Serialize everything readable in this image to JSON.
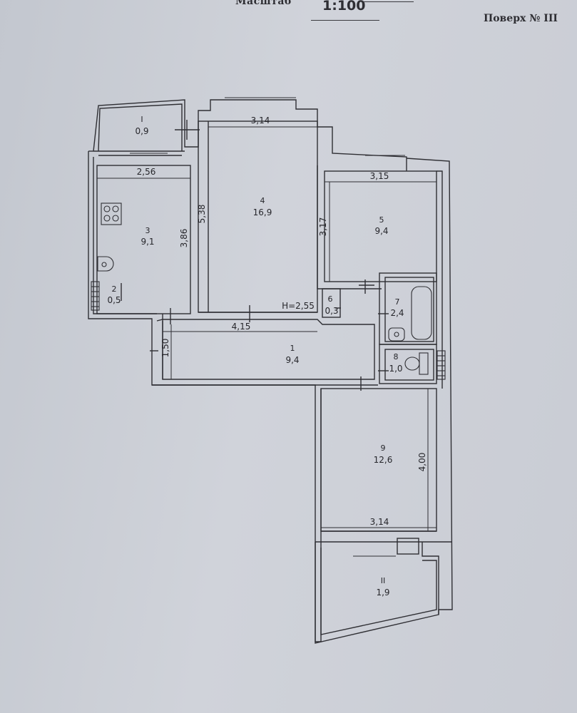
{
  "header": {
    "scale_label": "Масштаб",
    "scale_value": "1:100",
    "floor_label": "Поверх № III"
  },
  "rooms": [
    {
      "id": "I",
      "number": "I",
      "area": "0,9"
    },
    {
      "id": "2",
      "number": "2",
      "area": "0,5"
    },
    {
      "id": "3",
      "number": "3",
      "area": "9,1"
    },
    {
      "id": "4",
      "number": "4",
      "area": "16,9"
    },
    {
      "id": "5",
      "number": "5",
      "area": "9,4"
    },
    {
      "id": "6",
      "number": "6",
      "area": "0,3"
    },
    {
      "id": "7",
      "number": "7",
      "area": "2,4"
    },
    {
      "id": "1",
      "number": "1",
      "area": "9,4"
    },
    {
      "id": "8",
      "number": "8",
      "area": "1,0"
    },
    {
      "id": "9",
      "number": "9",
      "area": "12,6"
    },
    {
      "id": "II",
      "number": "II",
      "area": "1,9"
    }
  ],
  "dimensions": {
    "room4_width": "3,14",
    "room4_length": "5,38",
    "room3_width": "2,56",
    "room3_length": "3,86",
    "room5_width": "3,15",
    "room5_length": "3,17",
    "corridor_width": "4,15",
    "corridor_height": "1,50",
    "room9_width": "3,14",
    "room9_length": "4,00",
    "ceiling_height": "H=2,55"
  }
}
